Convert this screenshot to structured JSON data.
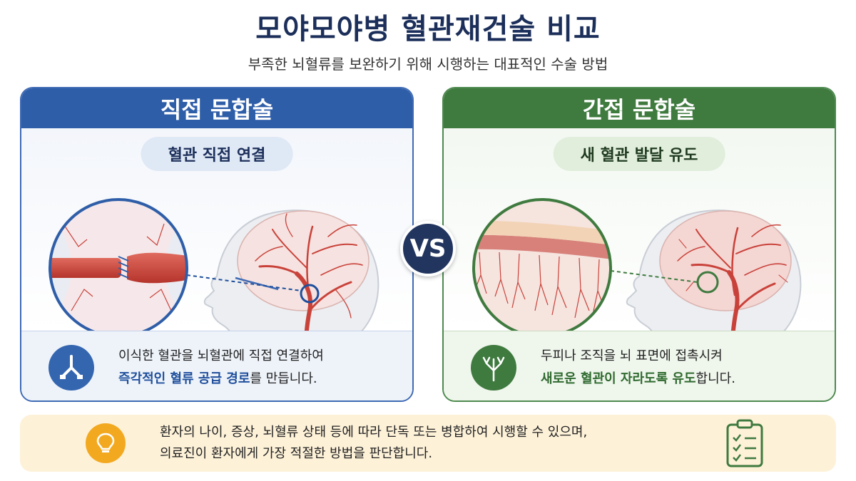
{
  "header": {
    "title": "모야모야병 혈관재건술 비교",
    "subtitle": "부족한 뇌혈류를 보완하기 위해 시행하는 대표적인 수술 방법"
  },
  "vs_label": "VS",
  "left_panel": {
    "title": "직접 문합술",
    "tag": "혈관 직접 연결",
    "line1": "이식한 혈관을 뇌혈관에 직접 연결하여",
    "line2_highlight": "즉각적인 혈류 공급 경로",
    "line2_rest": "를 만듭니다.",
    "icon": "vessel-connection-icon",
    "accent": "#2f5ea8"
  },
  "right_panel": {
    "title": "간접 문합술",
    "tag": "새 혈관 발달 유도",
    "line1": "두피나 조직을 뇌 표면에 접촉시켜",
    "line2_highlight": "새로운 혈관이 자라도록 유도",
    "line2_rest": "합니다.",
    "icon": "tree-vessel-icon",
    "accent": "#3f7a3f"
  },
  "note": {
    "line1": "환자의 나이, 증상, 뇌혈류 상태 등에 따라 단독 또는 병합하여 시행할 수 있으며,",
    "line2": "의료진이 환자에게 가장 적절한 방법을 판단합니다.",
    "icons": [
      "lightbulb-icon",
      "checklist-icon"
    ],
    "accent": "#f3a91f"
  }
}
